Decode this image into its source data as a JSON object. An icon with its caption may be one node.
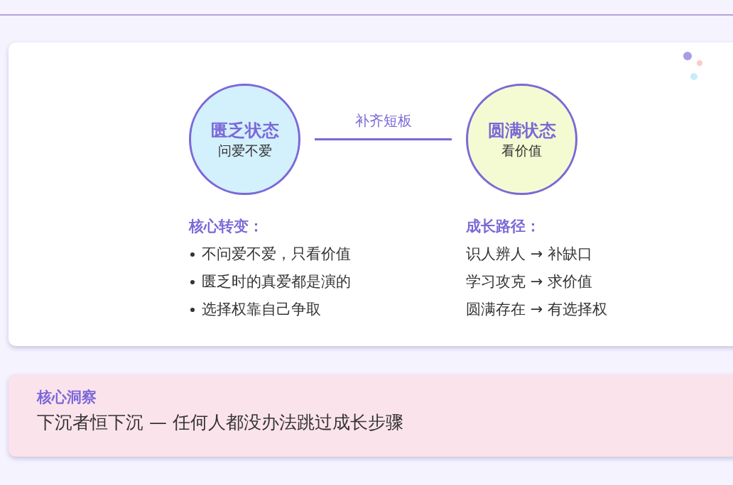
{
  "diagram": {
    "nodes": [
      {
        "text": [],
        "shape": "box"
      },
      {
        "text": [
          "匮乏状态",
          "问爱不爱"
        ],
        "in": 0
      },
      {
        "text": [
          "圆满状态",
          "看价值"
        ],
        "in": 0
      },
      {
        "text": [
          "核心洞察",
          "下沉者恒下沉 — 任何人都没办法跳过成长步骤"
        ]
      }
    ],
    "edges": [
      {
        "from": 1,
        "to": 2,
        "arrow": "none",
        "label": "补齐短板"
      }
    ],
    "labels": [
      "核心转变：",
      "成长路径：",
      "不问爱不爱，只看价值",
      "识人辨人 → 补缺口",
      "匮乏时的真爱都是演的",
      "学习攻克 → 求价值",
      "选择权靠自己争取",
      "圆满存在 → 有选择权"
    ]
  }
}
